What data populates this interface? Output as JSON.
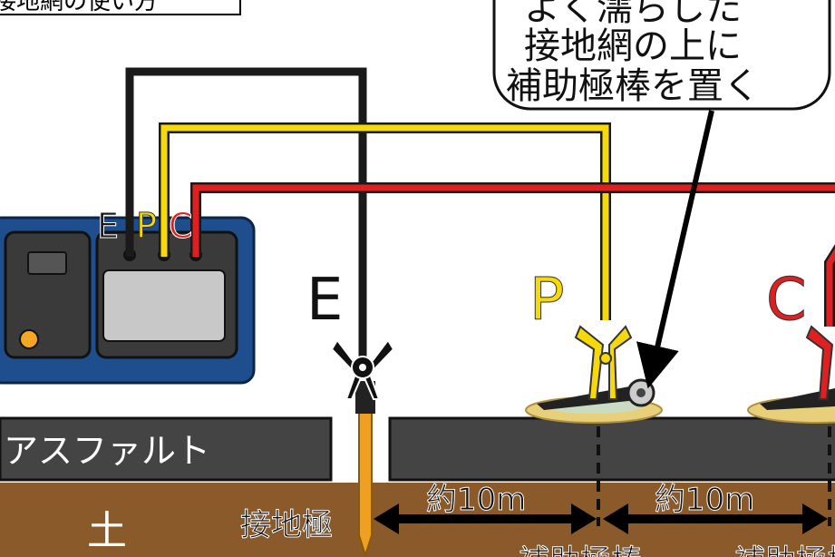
{
  "title": "接地網の使い方",
  "callout": {
    "lines": [
      "よく濡らした",
      "接地網の上に",
      "補助極棒を置く"
    ]
  },
  "meter": {
    "terminals": [
      "E",
      "P",
      "C"
    ],
    "terminal_colors": {
      "E": "#1a1a1a",
      "P": "#f5d90a",
      "C": "#e02020"
    }
  },
  "electrodes": {
    "e": "E",
    "p": "P",
    "c": "C"
  },
  "surface": {
    "asphalt": "アスファルト",
    "soil": "土"
  },
  "labels": {
    "ground_rod": "接地極",
    "aux_rod_1": "補助極棒",
    "aux_rod_2": "補助極棒"
  },
  "distances": {
    "e_to_p": "約10m",
    "p_to_c": "約10m"
  },
  "colors": {
    "meter_body": "#1f4e8f",
    "wire_e": "#1a1a1a",
    "wire_p": "#f5d90a",
    "wire_c": "#e02020",
    "asphalt": "#444444",
    "soil": "#8b5a2b",
    "net": "#e8cf7a"
  }
}
